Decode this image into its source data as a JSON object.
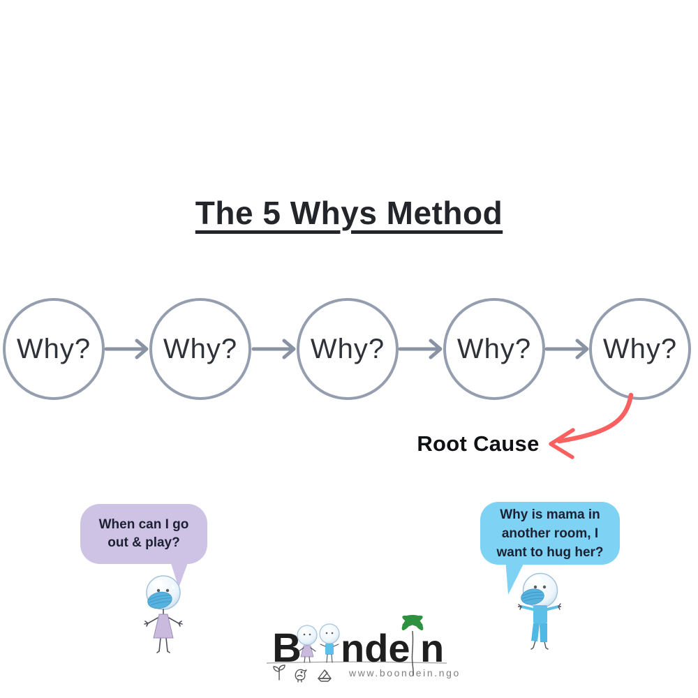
{
  "title": "The 5 Whys Method",
  "chain": {
    "circles": [
      {
        "label": "Why?"
      },
      {
        "label": "Why?"
      },
      {
        "label": "Why?"
      },
      {
        "label": "Why?"
      },
      {
        "label": "Why?"
      }
    ],
    "root_cause_label": "Root Cause"
  },
  "bubbles": {
    "left": {
      "lines": [
        "When can I go",
        "out & play?"
      ],
      "color": "#cfc3e5"
    },
    "right": {
      "lines": [
        "Why is mama in",
        "another room, I",
        "want to hug her?"
      ],
      "color": "#7ed2f4"
    }
  },
  "illustrations": [
    "girl-bubble-head-mask-illustration",
    "boy-bubble-head-mask-illustration",
    "palm-tree-icon",
    "sprout-icon",
    "bird-icon",
    "paper-boat-icon"
  ],
  "footer": {
    "logo": {
      "brand": "Boondein",
      "parts": [
        "B",
        "nde",
        "n"
      ]
    },
    "website": "www.boondein.ngo"
  },
  "colors": {
    "circle_border": "#959eae",
    "chain_arrow": "#8a93a4",
    "root_cause_arrow": "#f96060",
    "bubble_left": "#cfc3e5",
    "bubble_right": "#7ed2f4",
    "mask_blue": "#58b2de",
    "title_text": "#23252b",
    "palm_green": "#2e9140"
  }
}
